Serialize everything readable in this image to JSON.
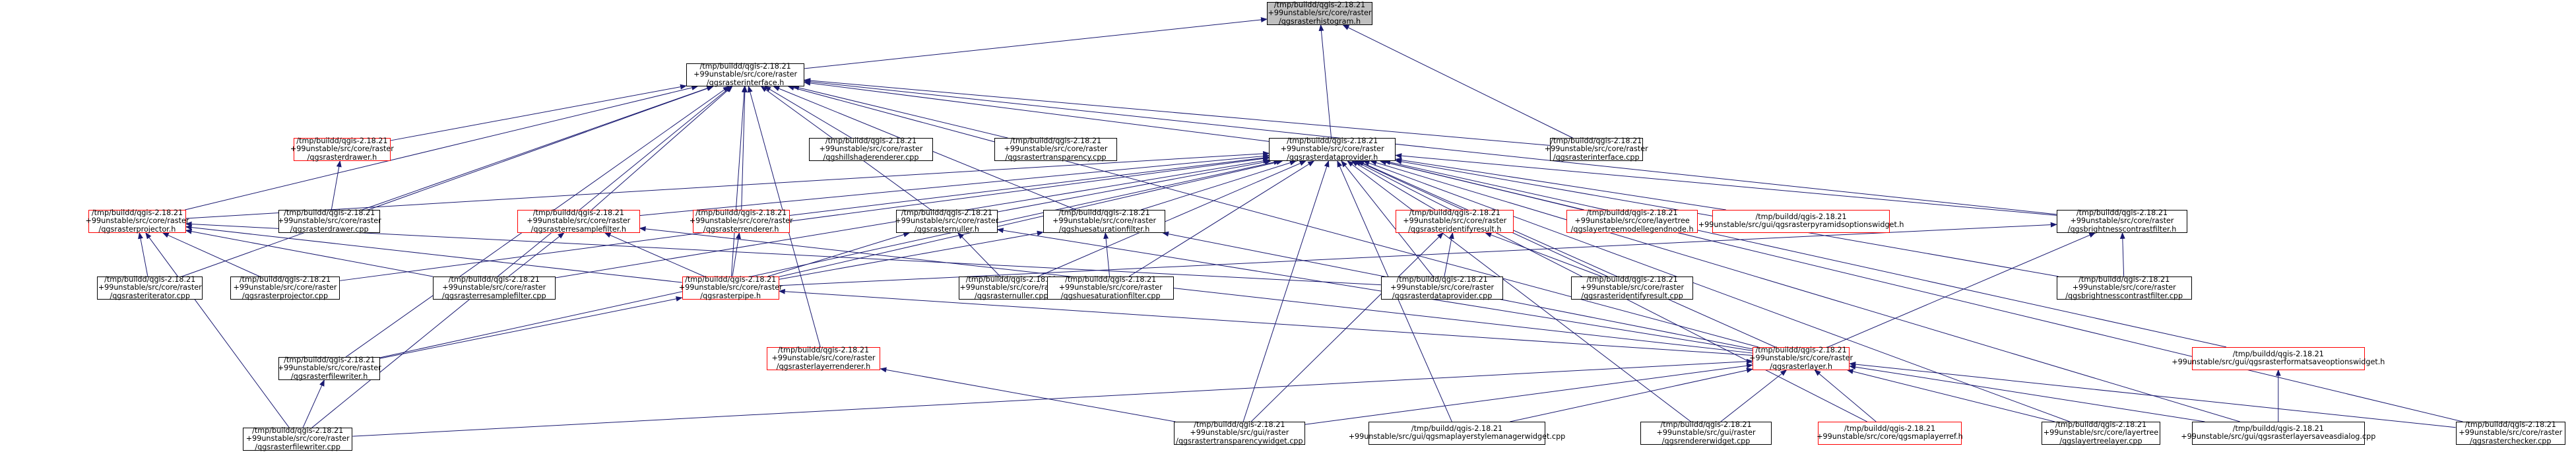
{
  "title_node": {
    "label": [
      "/tmp/buildd/qgis-2.18.21",
      "+99unstable/src/core/raster",
      "/qgsrasterhistogram.h"
    ]
  },
  "nodes": [
    {
      "id": "histogram_h",
      "label": [
        "/tmp/buildd/qgis-2.18.21",
        "+99unstable/src/core/raster",
        "/qgsrasterhistogram.h"
      ],
      "border": "#000000",
      "current": true
    },
    {
      "id": "interface_h",
      "label": [
        "/tmp/buildd/qgis-2.18.21",
        "+99unstable/src/core/raster",
        "/qgsrasterinterface.h"
      ],
      "border": "#000000"
    },
    {
      "id": "dataprovider_h",
      "label": [
        "/tmp/buildd/qgis-2.18.21",
        "+99unstable/src/core/raster",
        "/qgsrasterdataprovider.h"
      ],
      "border": "#000000"
    },
    {
      "id": "interface_cpp",
      "label": [
        "/tmp/buildd/qgis-2.18.21",
        "+99unstable/src/core/raster",
        "/qgsrasterinterface.cpp"
      ],
      "border": "#000000"
    },
    {
      "id": "rasterdrawer_h",
      "label": [
        "/tmp/buildd/qgis-2.18.21",
        "+99unstable/src/core/raster",
        "/qgsrasterdrawer.h"
      ],
      "border": "#ff0000"
    },
    {
      "id": "hillshade_cpp",
      "label": [
        "/tmp/buildd/qgis-2.18.21",
        "+99unstable/src/core/raster",
        "/qgshillshaderenderer.cpp"
      ],
      "border": "#000000"
    },
    {
      "id": "transparency_cpp",
      "label": [
        "/tmp/buildd/qgis-2.18.21",
        "+99unstable/src/core/raster",
        "/qgsrastertransparency.cpp"
      ],
      "border": "#000000"
    },
    {
      "id": "projector_h",
      "label": [
        "/tmp/buildd/qgis-2.18.21",
        "+99unstable/src/core/raster",
        "/qgsrasterprojector.h"
      ],
      "border": "#ff0000"
    },
    {
      "id": "rasterdrawer_cpp",
      "label": [
        "/tmp/buildd/qgis-2.18.21",
        "+99unstable/src/core/raster",
        "/qgsrasterdrawer.cpp"
      ],
      "border": "#000000"
    },
    {
      "id": "resamplefilter_h",
      "label": [
        "/tmp/buildd/qgis-2.18.21",
        "+99unstable/src/core/raster",
        "/qgsrasterresamplefilter.h"
      ],
      "border": "#ff0000"
    },
    {
      "id": "renderer_h",
      "label": [
        "/tmp/buildd/qgis-2.18.21",
        "+99unstable/src/core/raster",
        "/qgsrasterrenderer.h"
      ],
      "border": "#ff0000"
    },
    {
      "id": "nuller_h",
      "label": [
        "/tmp/buildd/qgis-2.18.21",
        "+99unstable/src/core/raster",
        "/qgsrasternuller.h"
      ],
      "border": "#000000"
    },
    {
      "id": "huesat_h",
      "label": [
        "/tmp/buildd/qgis-2.18.21",
        "+99unstable/src/core/raster",
        "/qgshuesaturationfilter.h"
      ],
      "border": "#000000"
    },
    {
      "id": "identify_h",
      "label": [
        "/tmp/buildd/qgis-2.18.21",
        "+99unstable/src/core/raster",
        "/qgsrasteridentifyresult.h"
      ],
      "border": "#ff0000"
    },
    {
      "id": "layertree_legend_h",
      "label": [
        "/tmp/buildd/qgis-2.18.21",
        "+99unstable/src/core/layertree",
        "/qgslayertreemodellegendnode.h"
      ],
      "border": "#ff0000"
    },
    {
      "id": "pyramid_widget_h",
      "label": [
        "/tmp/buildd/qgis-2.18.21",
        "+99unstable/src/gui/qgsrasterpyramidsoptionswidget.h"
      ],
      "border": "#ff0000"
    },
    {
      "id": "brightness_h",
      "label": [
        "/tmp/buildd/qgis-2.18.21",
        "+99unstable/src/core/raster",
        "/qgsbrightnesscontrastfilter.h"
      ],
      "border": "#000000"
    },
    {
      "id": "iterator_cpp",
      "label": [
        "/tmp/buildd/qgis-2.18.21",
        "+99unstable/src/core/raster",
        "/qgsrasteriterator.cpp"
      ],
      "border": "#000000"
    },
    {
      "id": "projector_cpp",
      "label": [
        "/tmp/buildd/qgis-2.18.21",
        "+99unstable/src/core/raster",
        "/qgsrasterprojector.cpp"
      ],
      "border": "#000000"
    },
    {
      "id": "resamplefilter_cpp",
      "label": [
        "/tmp/buildd/qgis-2.18.21",
        "+99unstable/src/core/raster",
        "/qgsrasterresamplefilter.cpp"
      ],
      "border": "#000000"
    },
    {
      "id": "pipe_h",
      "label": [
        "/tmp/buildd/qgis-2.18.21",
        "+99unstable/src/core/raster",
        "/qgsrasterpipe.h"
      ],
      "border": "#ff0000"
    },
    {
      "id": "nuller_cpp",
      "label": [
        "/tmp/buildd/qgis-2.18.21",
        "+99unstable/src/core/raster",
        "/qgsrasternuller.cpp"
      ],
      "border": "#000000"
    },
    {
      "id": "huesat_cpp",
      "label": [
        "/tmp/buildd/qgis-2.18.21",
        "+99unstable/src/core/raster",
        "/qgshuesaturationfilter.cpp"
      ],
      "border": "#000000"
    },
    {
      "id": "dataprovider_cpp",
      "label": [
        "/tmp/buildd/qgis-2.18.21",
        "+99unstable/src/core/raster",
        "/qgsrasterdataprovider.cpp"
      ],
      "border": "#000000"
    },
    {
      "id": "identify_cpp",
      "label": [
        "/tmp/buildd/qgis-2.18.21",
        "+99unstable/src/core/raster",
        "/qgsrasteridentifyresult.cpp"
      ],
      "border": "#000000"
    },
    {
      "id": "brightness_cpp",
      "label": [
        "/tmp/buildd/qgis-2.18.21",
        "+99unstable/src/core/raster",
        "/qgsbrightnesscontrastfilter.cpp"
      ],
      "border": "#000000"
    },
    {
      "id": "filewriter_h",
      "label": [
        "/tmp/buildd/qgis-2.18.21",
        "+99unstable/src/core/raster",
        "/qgsrasterfilewriter.h"
      ],
      "border": "#000000"
    },
    {
      "id": "layerrenderer_h",
      "label": [
        "/tmp/buildd/qgis-2.18.21",
        "+99unstable/src/core/raster",
        "/qgsrasterlayerrenderer.h"
      ],
      "border": "#ff0000"
    },
    {
      "id": "rasterlayer_h",
      "label": [
        "/tmp/buildd/qgis-2.18.21",
        "+99unstable/src/core/raster",
        "/qgsrasterlayer.h"
      ],
      "border": "#ff0000"
    },
    {
      "id": "formatsave_widget_h",
      "label": [
        "/tmp/buildd/qgis-2.18.21",
        "+99unstable/src/gui/qgsrasterformatsaveoptionswidget.h"
      ],
      "border": "#ff0000"
    },
    {
      "id": "filewriter_cpp",
      "label": [
        "/tmp/buildd/qgis-2.18.21",
        "+99unstable/src/core/raster",
        "/qgsrasterfilewriter.cpp"
      ],
      "border": "#000000"
    },
    {
      "id": "transparencywidget_cpp",
      "label": [
        "/tmp/buildd/qgis-2.18.21",
        "+99unstable/src/gui/raster",
        "/qgsrastertransparencywidget.cpp"
      ],
      "border": "#000000"
    },
    {
      "id": "stylemanager_cpp",
      "label": [
        "/tmp/buildd/qgis-2.18.21",
        "+99unstable/src/gui/qgsmaplayerstylemanagerwidget.cpp"
      ],
      "border": "#000000"
    },
    {
      "id": "rendererwidget_cpp",
      "label": [
        "/tmp/buildd/qgis-2.18.21",
        "+99unstable/src/gui/raster",
        "/qgsrendererwidget.cpp"
      ],
      "border": "#000000"
    },
    {
      "id": "maplayerref_h",
      "label": [
        "/tmp/buildd/qgis-2.18.21",
        "+99unstable/src/core/qgsmaplayerref.h"
      ],
      "border": "#ff0000"
    },
    {
      "id": "layertreelayer_cpp",
      "label": [
        "/tmp/buildd/qgis-2.18.21",
        "+99unstable/src/core/layertree",
        "/qgslayertreelayer.cpp"
      ],
      "border": "#000000"
    },
    {
      "id": "layersavedialog_cpp",
      "label": [
        "/tmp/buildd/qgis-2.18.21",
        "+99unstable/src/gui/qgsrasterlayersaveasdialog.cpp"
      ],
      "border": "#000000"
    },
    {
      "id": "checker_cpp",
      "label": [
        "/tmp/buildd/qgis-2.18.21",
        "+99unstable/src/core/raster",
        "/qgsrasterchecker.cpp"
      ],
      "border": "#000000"
    }
  ],
  "edges": [
    [
      "interface_h",
      "histogram_h"
    ],
    [
      "dataprovider_h",
      "histogram_h"
    ],
    [
      "interface_cpp",
      "histogram_h"
    ],
    [
      "dataprovider_h",
      "interface_h"
    ],
    [
      "interface_cpp",
      "interface_h"
    ],
    [
      "rasterdrawer_h",
      "interface_h"
    ],
    [
      "hillshade_cpp",
      "interface_h"
    ],
    [
      "transparency_cpp",
      "interface_h"
    ],
    [
      "projector_h",
      "interface_h"
    ],
    [
      "rasterdrawer_cpp",
      "interface_h"
    ],
    [
      "resamplefilter_h",
      "interface_h"
    ],
    [
      "renderer_h",
      "interface_h"
    ],
    [
      "nuller_h",
      "interface_h"
    ],
    [
      "huesat_h",
      "interface_h"
    ],
    [
      "brightness_h",
      "interface_h"
    ],
    [
      "iterator_cpp",
      "interface_h"
    ],
    [
      "pipe_h",
      "interface_h"
    ],
    [
      "filewriter_h",
      "interface_h"
    ],
    [
      "filewriter_cpp",
      "interface_h"
    ],
    [
      "layerrenderer_h",
      "interface_h"
    ],
    [
      "rasterlayer_h",
      "interface_h"
    ],
    [
      "rasterdrawer_cpp",
      "rasterdrawer_h"
    ],
    [
      "projector_h",
      "dataprovider_h"
    ],
    [
      "resamplefilter_h",
      "dataprovider_h"
    ],
    [
      "renderer_h",
      "dataprovider_h"
    ],
    [
      "nuller_h",
      "dataprovider_h"
    ],
    [
      "huesat_h",
      "dataprovider_h"
    ],
    [
      "identify_h",
      "dataprovider_h"
    ],
    [
      "layertree_legend_h",
      "dataprovider_h"
    ],
    [
      "pyramid_widget_h",
      "dataprovider_h"
    ],
    [
      "brightness_h",
      "dataprovider_h"
    ],
    [
      "projector_cpp",
      "dataprovider_h"
    ],
    [
      "resamplefilter_cpp",
      "dataprovider_h"
    ],
    [
      "pipe_h",
      "dataprovider_h"
    ],
    [
      "nuller_cpp",
      "dataprovider_h"
    ],
    [
      "huesat_cpp",
      "dataprovider_h"
    ],
    [
      "dataprovider_cpp",
      "dataprovider_h"
    ],
    [
      "identify_cpp",
      "dataprovider_h"
    ],
    [
      "brightness_cpp",
      "dataprovider_h"
    ],
    [
      "rasterlayer_h",
      "dataprovider_h"
    ],
    [
      "formatsave_widget_h",
      "dataprovider_h"
    ],
    [
      "transparencywidget_cpp",
      "dataprovider_h"
    ],
    [
      "stylemanager_cpp",
      "dataprovider_h"
    ],
    [
      "rendererwidget_cpp",
      "dataprovider_h"
    ],
    [
      "maplayerref_h",
      "dataprovider_h"
    ],
    [
      "layertreelayer_cpp",
      "dataprovider_h"
    ],
    [
      "layersavedialog_cpp",
      "dataprovider_h"
    ],
    [
      "checker_cpp",
      "dataprovider_h"
    ],
    [
      "filewriter_h",
      "dataprovider_h"
    ],
    [
      "iterator_cpp",
      "projector_h"
    ],
    [
      "projector_cpp",
      "projector_h"
    ],
    [
      "resamplefilter_cpp",
      "projector_h"
    ],
    [
      "dataprovider_cpp",
      "projector_h"
    ],
    [
      "filewriter_cpp",
      "projector_h"
    ],
    [
      "pipe_h",
      "projector_h"
    ],
    [
      "resamplefilter_cpp",
      "resamplefilter_h"
    ],
    [
      "pipe_h",
      "resamplefilter_h"
    ],
    [
      "rasterlayer_h",
      "resamplefilter_h"
    ],
    [
      "pipe_h",
      "renderer_h"
    ],
    [
      "nuller_cpp",
      "nuller_h"
    ],
    [
      "pipe_h",
      "nuller_h"
    ],
    [
      "rasterlayer_h",
      "nuller_h"
    ],
    [
      "huesat_cpp",
      "huesat_h"
    ],
    [
      "pipe_h",
      "huesat_h"
    ],
    [
      "rasterlayer_h",
      "huesat_h"
    ],
    [
      "dataprovider_cpp",
      "identify_h"
    ],
    [
      "identify_cpp",
      "identify_h"
    ],
    [
      "transparencywidget_cpp",
      "identify_h"
    ],
    [
      "brightness_cpp",
      "brightness_h"
    ],
    [
      "pipe_h",
      "brightness_h"
    ],
    [
      "rasterlayer_h",
      "brightness_h"
    ],
    [
      "rasterlayer_h",
      "pipe_h"
    ],
    [
      "filewriter_h",
      "pipe_h"
    ],
    [
      "filewriter_cpp",
      "filewriter_h"
    ],
    [
      "transparencywidget_cpp",
      "layerrenderer_h"
    ],
    [
      "filewriter_cpp",
      "rasterlayer_h"
    ],
    [
      "transparencywidget_cpp",
      "rasterlayer_h"
    ],
    [
      "stylemanager_cpp",
      "rasterlayer_h"
    ],
    [
      "rendererwidget_cpp",
      "rasterlayer_h"
    ],
    [
      "maplayerref_h",
      "rasterlayer_h"
    ],
    [
      "layertreelayer_cpp",
      "rasterlayer_h"
    ],
    [
      "layersavedialog_cpp",
      "rasterlayer_h"
    ],
    [
      "checker_cpp",
      "rasterlayer_h"
    ],
    [
      "layersavedialog_cpp",
      "formatsave_widget_h"
    ]
  ],
  "colors": {
    "edge": "#191970",
    "node_border_default": "#000000",
    "node_border_truncated": "#ff0000",
    "current_node_fill": "#bfbfbf",
    "background": "#ffffff"
  }
}
